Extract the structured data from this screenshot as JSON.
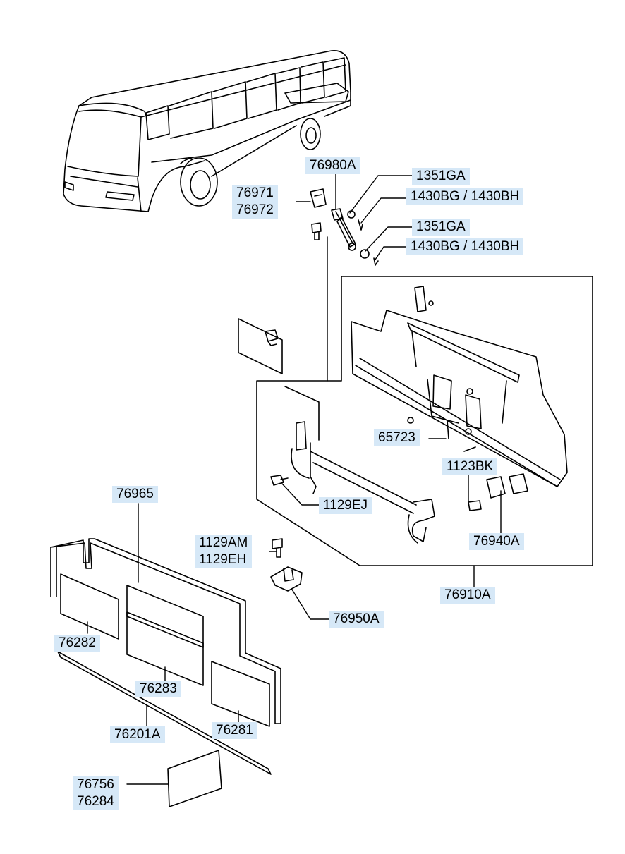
{
  "diagram": {
    "accent_color": "#d6e8f7",
    "line_color": "#000000",
    "labels": {
      "l76980A": [
        "76980A"
      ],
      "l1351GA_a": [
        "1351GA"
      ],
      "l1430_a": [
        "1430BG / 1430BH"
      ],
      "l76971": [
        "76971",
        "76972"
      ],
      "l1351GA_b": [
        "1351GA"
      ],
      "l1430_b": [
        "1430BG / 1430BH"
      ],
      "l65723": [
        "65723"
      ],
      "l1123BK": [
        "1123BK"
      ],
      "l1129EJ": [
        "1129EJ"
      ],
      "l76940A": [
        "76940A"
      ],
      "l76965": [
        "76965"
      ],
      "l1129AM": [
        "1129AM",
        "1129EH"
      ],
      "l76910A": [
        "76910A"
      ],
      "l76950A": [
        "76950A"
      ],
      "l76282": [
        "76282"
      ],
      "l76283": [
        "76283"
      ],
      "l76201A": [
        "76201A"
      ],
      "l76281": [
        "76281"
      ],
      "l76756": [
        "76756",
        "76284"
      ]
    }
  }
}
